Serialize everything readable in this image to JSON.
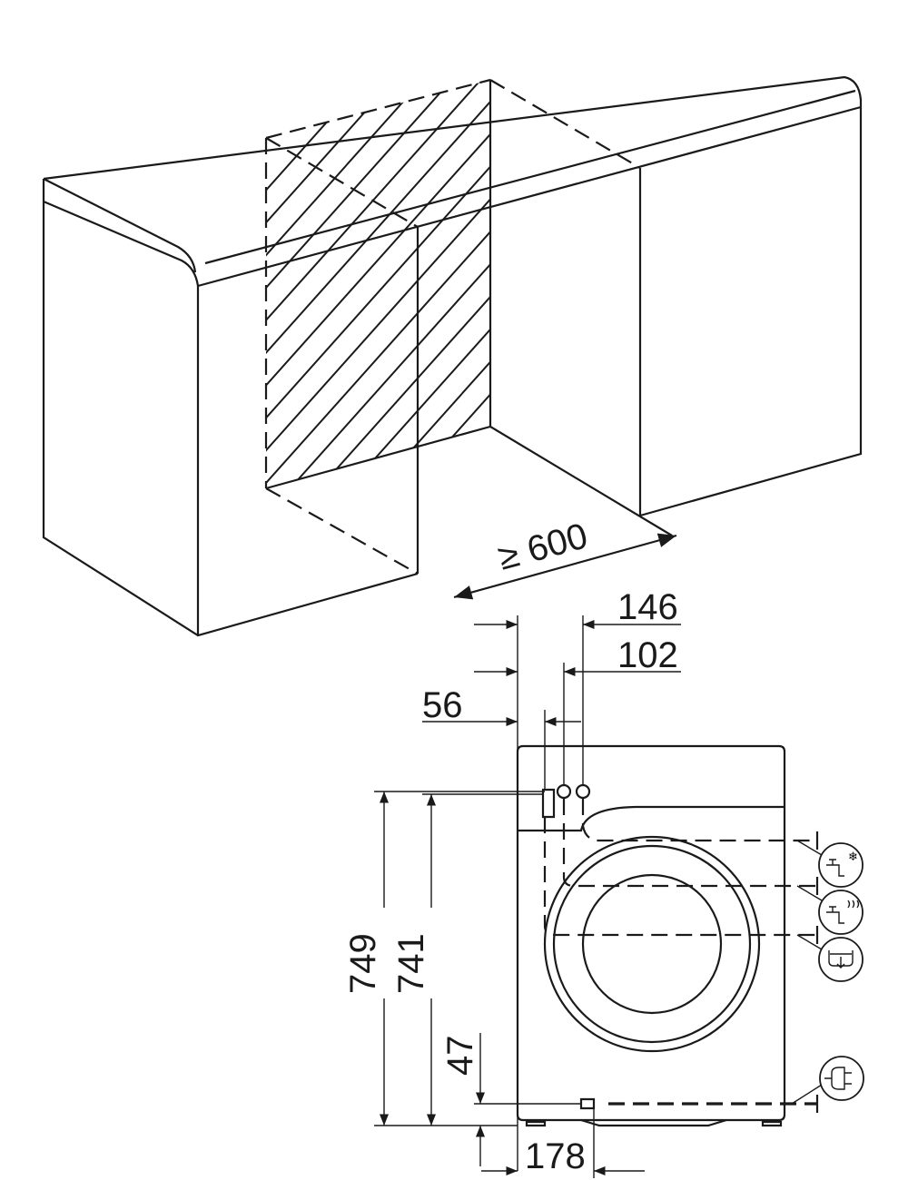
{
  "niche_view": {
    "min_width_label": "≥ 600"
  },
  "machine_view": {
    "dimensions": {
      "d146": "146",
      "d102": "102",
      "d56": "56",
      "d749": "749",
      "d741": "741",
      "d47": "47",
      "d178": "178"
    },
    "connection_icons": [
      "cold-water-icon",
      "hot-water-icon",
      "drain-icon",
      "power-plug-icon"
    ]
  }
}
